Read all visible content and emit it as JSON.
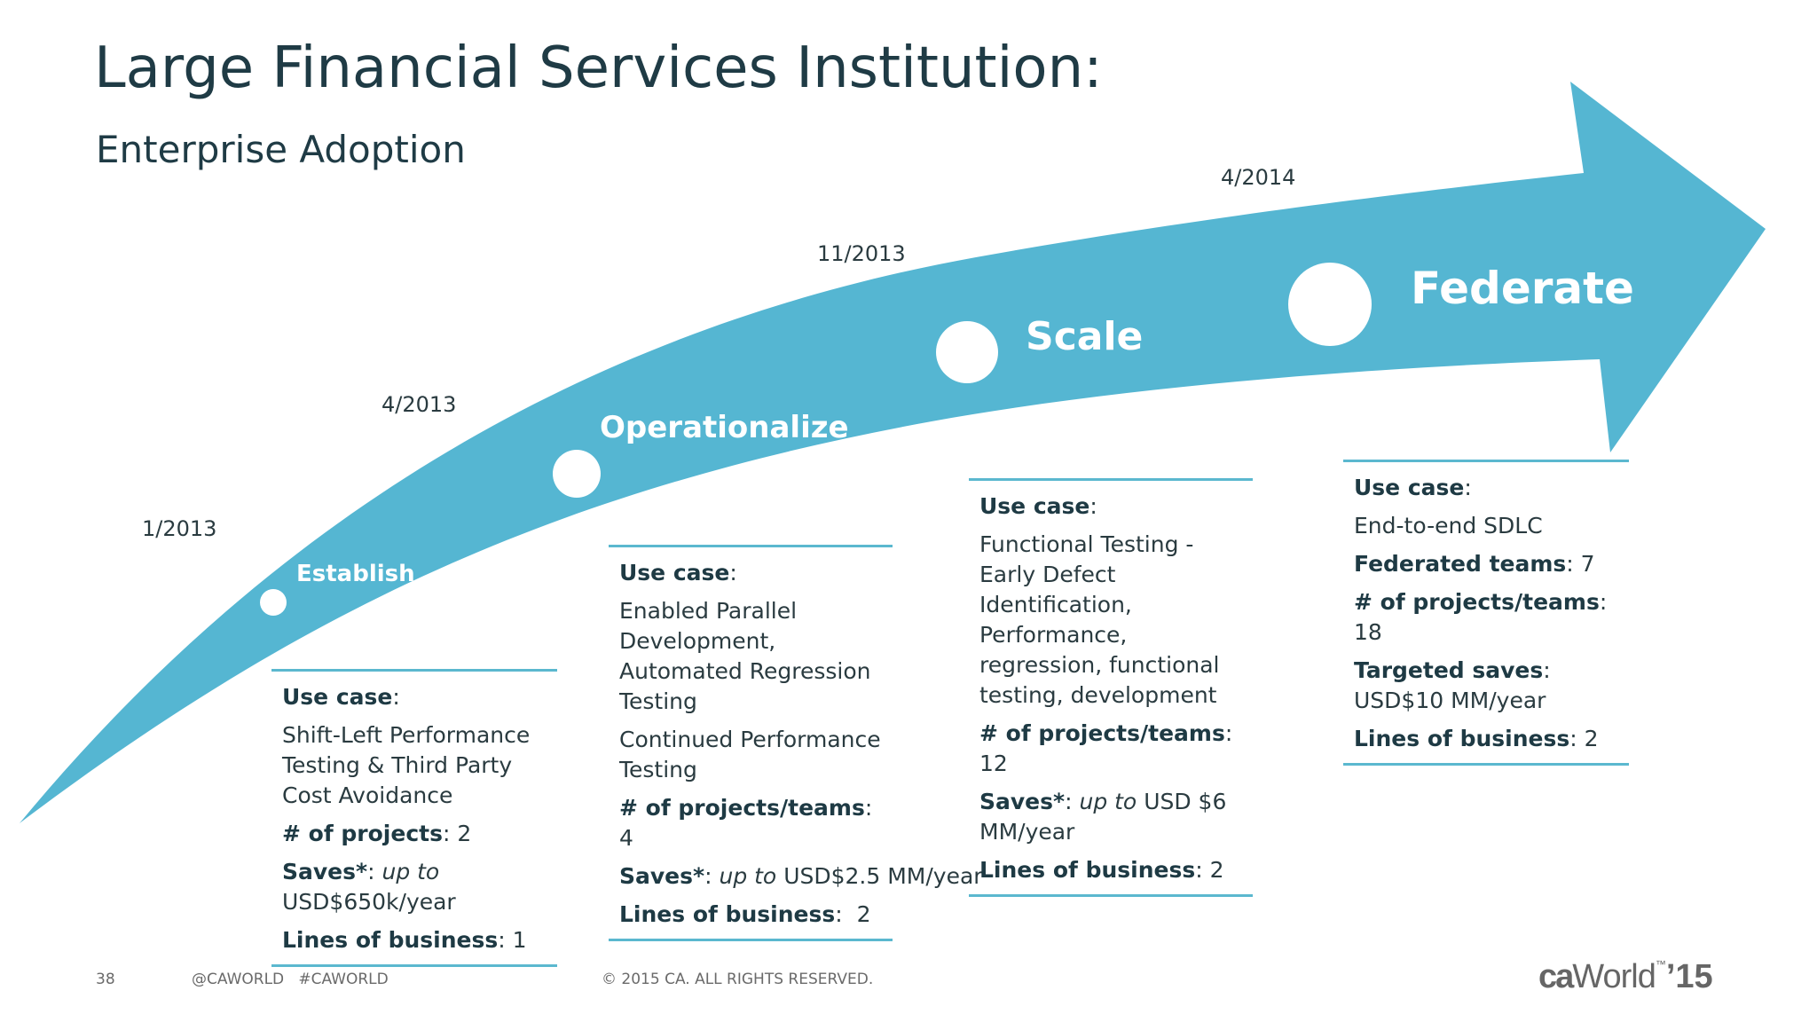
{
  "slide": {
    "title": "Large Financial Services Institution:",
    "subtitle": "Enterprise Adoption"
  },
  "colors": {
    "arrow": "#55b6d2",
    "rule": "#5bb8cf",
    "title_text": "#1f3b45"
  },
  "timeline": [
    {
      "date": "1/2013",
      "stage": "Establish"
    },
    {
      "date": "4/2013",
      "stage": "Operationalize"
    },
    {
      "date": "11/2013",
      "stage": "Scale"
    },
    {
      "date": "4/2014",
      "stage": "Federate"
    }
  ],
  "cards": {
    "establish": {
      "use_case_label": "Use case",
      "use_case": "Shift-Left Performance Testing & Third Party Cost Avoidance",
      "projects_label": "# of projects",
      "projects": "2",
      "saves_label": "Saves*",
      "saves_prefix": "up to",
      "saves_value": "USD$650k/year",
      "lob_label": "Lines of business",
      "lob": "1"
    },
    "operationalize": {
      "use_case_label": "Use case",
      "use_case_1": "Enabled Parallel Development, Automated Regression Testing",
      "use_case_2": "Continued Performance Testing",
      "projects_label": "# of projects/teams",
      "projects": "4",
      "saves_label": "Saves*",
      "saves_prefix": "up to",
      "saves_value": "USD$2.5 MM/year",
      "lob_label": "Lines of business",
      "lob": "2"
    },
    "scale": {
      "use_case_label": "Use case",
      "use_case": "Functional Testing - Early Defect Identification, Performance, regression, functional testing, development",
      "projects_label": "# of projects/teams",
      "projects": "12",
      "saves_label": "Saves*",
      "saves_prefix": "up to",
      "saves_value": "USD $6 MM/year",
      "lob_label": "Lines of business",
      "lob": "2"
    },
    "federate": {
      "use_case_label": "Use case",
      "use_case": "End-to-end SDLC",
      "teams_label": "Federated teams",
      "teams": "7",
      "projects_label": "# of projects/teams",
      "projects": "18",
      "saves_label": "Targeted saves",
      "saves_value": "USD$10 MM/year",
      "lob_label": "Lines of business",
      "lob": "2"
    }
  },
  "footer": {
    "page_number": "38",
    "social": "@CAWORLD   #CAWORLD",
    "copyright": "© 2015 CA. ALL RIGHTS RESERVED.",
    "brand_ca": "ca",
    "brand_world": "World",
    "brand_sup": "™",
    "brand_year": "’15"
  }
}
